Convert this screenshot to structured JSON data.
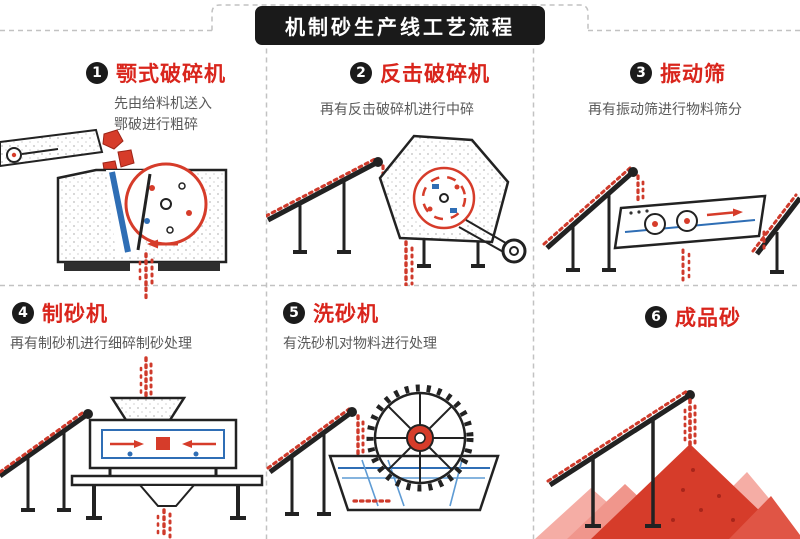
{
  "page": {
    "title": "机制砂生产线工艺流程"
  },
  "steps": [
    {
      "num": "1",
      "title": "颚式破碎机",
      "desc_lines": [
        "先由给料机送入",
        "鄂破进行粗碎"
      ],
      "illustration": "jaw-crusher"
    },
    {
      "num": "2",
      "title": "反击破碎机",
      "desc_lines": [
        "再有反击破碎机进行中碎"
      ],
      "illustration": "impact-crusher"
    },
    {
      "num": "3",
      "title": "振动筛",
      "desc_lines": [
        "再有振动筛进行物料筛分"
      ],
      "illustration": "vibrating-screen"
    },
    {
      "num": "4",
      "title": "制砂机",
      "desc_lines": [
        "再有制砂机进行细碎制砂处理"
      ],
      "illustration": "sand-making-machine"
    },
    {
      "num": "5",
      "title": "洗砂机",
      "desc_lines": [
        "有洗砂机对物料进行处理"
      ],
      "illustration": "sand-washer"
    },
    {
      "num": "6",
      "title": "成品砂",
      "desc_lines": [],
      "illustration": "finished-sand"
    }
  ],
  "colors": {
    "accent_red": "#d9251c",
    "machine_red": "#d63c2a",
    "particle_red": "#cf3a2b",
    "title_bar_bg": "#1a1a1a",
    "title_bar_text": "#ffffff",
    "desc_gray": "#595959",
    "dashed_line_gray": "#c2c2c2",
    "machine_blue": "#2f6eb5",
    "sand_pink": "#f5ada5",
    "outline_black": "#222222"
  }
}
